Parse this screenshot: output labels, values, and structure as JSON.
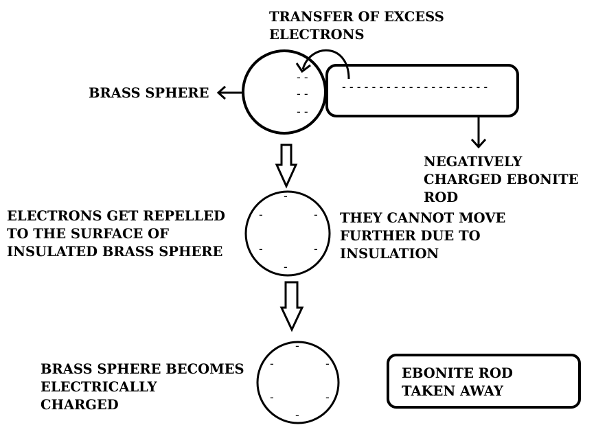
{
  "colors": {
    "stroke": "#000000",
    "background": "#ffffff"
  },
  "labels": {
    "transfer": [
      "TRANSFER OF EXCESS",
      "ELECTRONS"
    ],
    "brass_sphere": "BRASS SPHERE",
    "ebonite_rod": [
      "NEGATIVELY",
      "CHARGED EBONITE",
      "ROD"
    ],
    "repelled": [
      "ELECTRONS GET REPELLED",
      "TO THE SURFACE OF",
      "INSULATED BRASS SPHERE"
    ],
    "cannot_move": [
      "THEY CANNOT MOVE",
      "FURTHER DUE TO",
      "INSULATION"
    ],
    "becomes_charged": [
      "BRASS SPHERE BECOMES",
      "ELECTRICALLY",
      "CHARGED"
    ],
    "rod_taken": [
      "EBONITE ROD",
      "TAKEN AWAY"
    ]
  },
  "charges": {
    "rod": "- - - - - - - - - - - - - - - - - - - -",
    "sphere1": [
      "- -",
      "- -",
      "- -"
    ],
    "symbol": "-"
  }
}
